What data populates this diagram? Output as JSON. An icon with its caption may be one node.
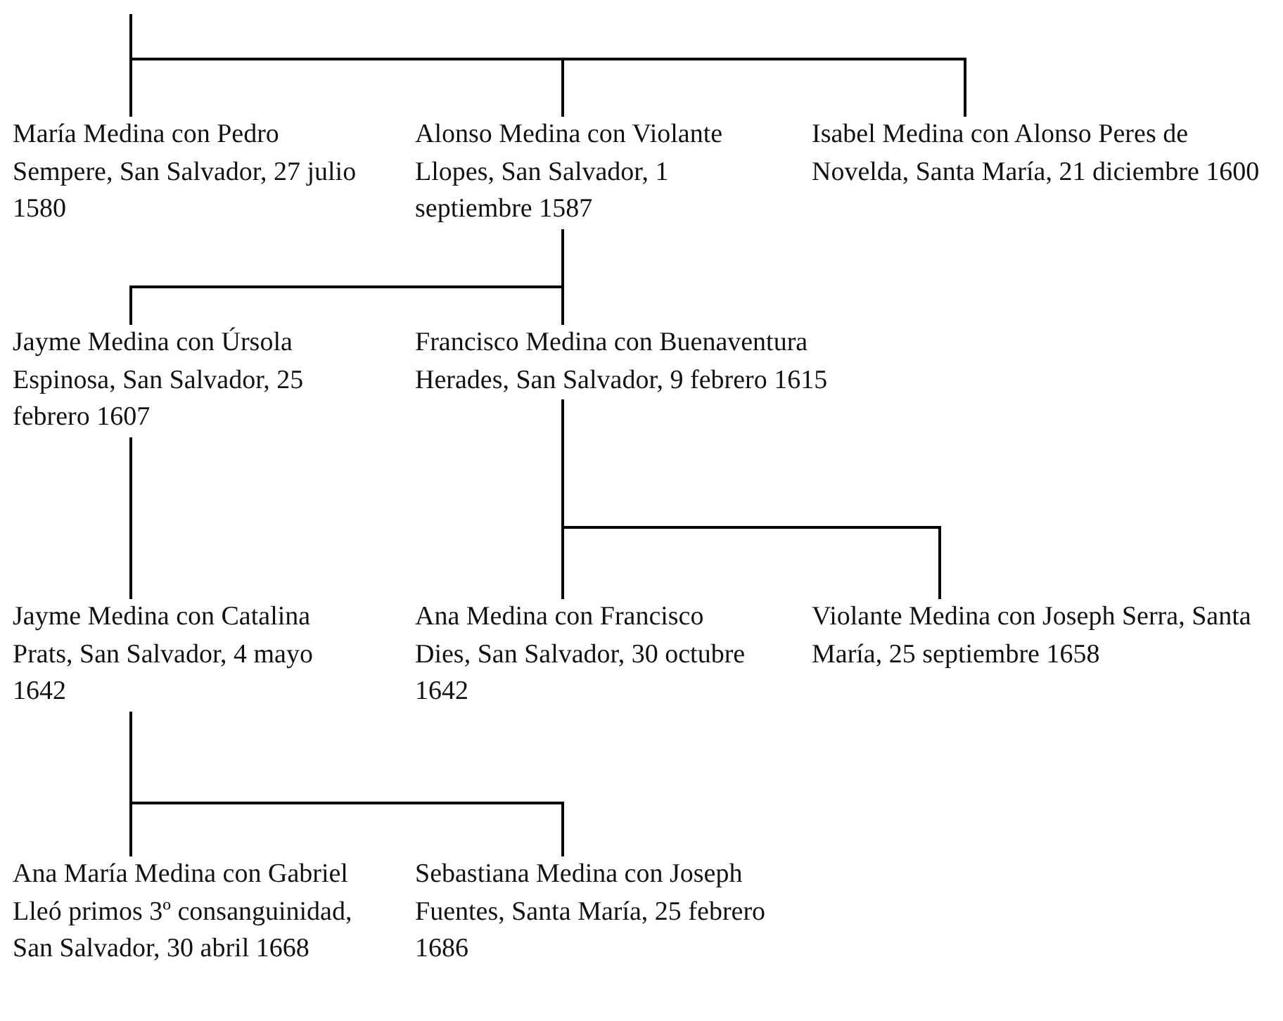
{
  "diagram": {
    "nodes": [
      {
        "text": [
          "María Medina con Pedro Sempere, San Salvador, 27 julio 1580"
        ]
      },
      {
        "text": [
          "Alonso Medina con Violante Llopes, San Salvador, 1 septiembre 1587"
        ]
      },
      {
        "text": [
          "Isabel Medina con Alonso Peres de Novelda, Santa María, 21 diciembre 1600"
        ]
      },
      {
        "text": [
          "Jayme Medina con Úrsola Espinosa, San Salvador, 25 febrero 1607"
        ]
      },
      {
        "text": [
          "Francisco Medina con Buenaventura Herades, San Salvador, 9 febrero 1615"
        ]
      },
      {
        "text": [
          "Jayme Medina con Catalina Prats, San Salvador, 4 mayo 1642"
        ]
      },
      {
        "text": [
          "Ana Medina con Francisco Dies, San Salvador, 30 octubre 1642"
        ]
      },
      {
        "text": [
          "Violante Medina con Joseph Serra, Santa María, 25 septiembre 1658"
        ]
      },
      {
        "text": [
          "Ana María Medina con Gabriel Lleó primos 3º consanguinidad, San Salvador, 30 abril 1668"
        ]
      },
      {
        "text": [
          "Sebastiana Medina con Joseph Fuentes, Santa María, 25 febrero 1686"
        ]
      }
    ],
    "edges": [
      {
        "from": null,
        "to": 0,
        "arrow": "none"
      },
      {
        "from": null,
        "to": 1,
        "arrow": "none"
      },
      {
        "from": null,
        "to": 2,
        "arrow": "none"
      },
      {
        "from": 1,
        "to": 3,
        "arrow": "none"
      },
      {
        "from": 1,
        "to": 4,
        "arrow": "none"
      },
      {
        "from": 3,
        "to": 5,
        "arrow": "none"
      },
      {
        "from": 4,
        "to": 6,
        "arrow": "none"
      },
      {
        "from": 4,
        "to": 7,
        "arrow": "none"
      },
      {
        "from": 5,
        "to": 8,
        "arrow": "none"
      },
      {
        "from": 5,
        "to": 9,
        "arrow": "none"
      }
    ]
  }
}
